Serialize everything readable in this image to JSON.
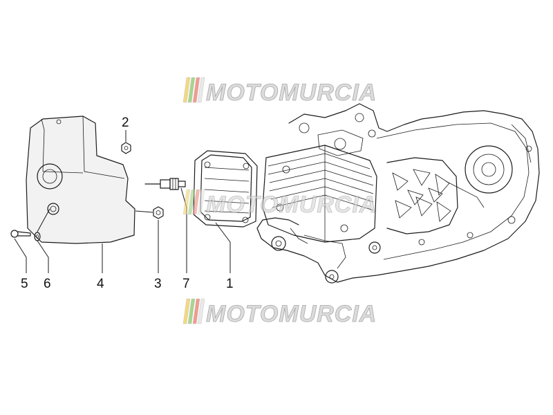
{
  "watermark": {
    "brand": "MOTOMURCIA",
    "stripe_colors": [
      "#f2d36b",
      "#9ad07a",
      "#ef8a7a",
      "#e6e6e6"
    ]
  },
  "callouts": [
    {
      "id": "1",
      "label": "1"
    },
    {
      "id": "2",
      "label": "2"
    },
    {
      "id": "3",
      "label": "3"
    },
    {
      "id": "4",
      "label": "4"
    },
    {
      "id": "5",
      "label": "5"
    },
    {
      "id": "6",
      "label": "6"
    },
    {
      "id": "7",
      "label": "7"
    }
  ]
}
